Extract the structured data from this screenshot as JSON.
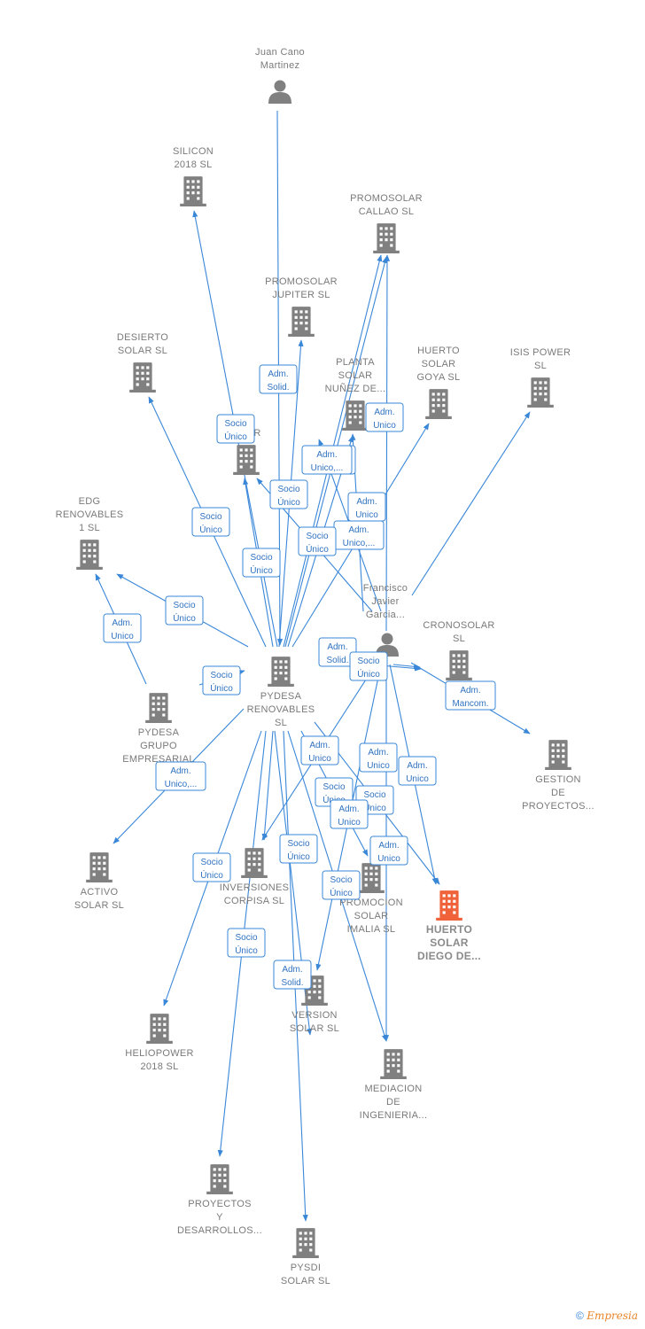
{
  "colors": {
    "edge": "#3a87d8",
    "node": "#808080",
    "focus": "#f0623a",
    "badge_text": "#2f72c0"
  },
  "nodes": [
    {
      "id": "juan",
      "kind": "person",
      "lines": [
        "Juan Cano",
        "Martinez"
      ]
    },
    {
      "id": "silicon",
      "kind": "company",
      "lines": [
        "SILICON",
        "2018  SL"
      ]
    },
    {
      "id": "promocallao",
      "kind": "company",
      "lines": [
        "PROMOSOLAR",
        "CALLAO  SL"
      ]
    },
    {
      "id": "promojupiter",
      "kind": "company",
      "lines": [
        "PROMOSOLAR",
        "JUPITER  SL"
      ]
    },
    {
      "id": "desierto",
      "kind": "company",
      "lines": [
        "DESIERTO",
        "SOLAR  SL"
      ]
    },
    {
      "id": "plantanunez",
      "kind": "company",
      "lines": [
        "PLANTA",
        "SOLAR",
        "NUÑEZ DE..."
      ]
    },
    {
      "id": "goya",
      "kind": "company",
      "lines": [
        "HUERTO",
        "SOLAR",
        "GOYA  SL"
      ]
    },
    {
      "id": "isis",
      "kind": "company",
      "lines": [
        "ISIS POWER",
        "SL"
      ]
    },
    {
      "id": "bplar",
      "kind": "company",
      "lines": [
        "B      LAR"
      ]
    },
    {
      "id": "edg",
      "kind": "company",
      "lines": [
        "EDG",
        "RENOVABLES",
        "1  SL"
      ]
    },
    {
      "id": "francisco",
      "kind": "person",
      "lines": [
        "Francisco",
        "Javier",
        "Garcia..."
      ]
    },
    {
      "id": "cronosolar",
      "kind": "company",
      "lines": [
        "CRONOSOLAR",
        "SL"
      ]
    },
    {
      "id": "pydesa",
      "kind": "company",
      "lines": [
        "PYDESA",
        "RENOVABLES",
        "SL"
      ]
    },
    {
      "id": "pydesagrupo",
      "kind": "company",
      "lines": [
        "PYDESA",
        "GRUPO",
        "EMPRESARIAL"
      ]
    },
    {
      "id": "gestion",
      "kind": "company",
      "lines": [
        "GESTION",
        "DE",
        "PROYECTOS..."
      ]
    },
    {
      "id": "activo",
      "kind": "company",
      "lines": [
        "ACTIVO",
        "SOLAR  SL"
      ]
    },
    {
      "id": "corpisa",
      "kind": "company",
      "lines": [
        "INVERSIONES",
        "CORPISA  SL"
      ]
    },
    {
      "id": "imalia",
      "kind": "company",
      "lines": [
        "PROMOCION",
        "SOLAR",
        "IMALIA  SL"
      ]
    },
    {
      "id": "diego",
      "kind": "focus",
      "lines": [
        "HUERTO",
        "SOLAR",
        "DIEGO DE..."
      ]
    },
    {
      "id": "version",
      "kind": "company",
      "lines": [
        "VERSION",
        "SOLAR  SL"
      ]
    },
    {
      "id": "heliopower",
      "kind": "company",
      "lines": [
        "HELIOPOWER",
        "2018  SL"
      ]
    },
    {
      "id": "mediacion",
      "kind": "company",
      "lines": [
        "MEDIACION",
        "DE",
        "INGENIERIA..."
      ]
    },
    {
      "id": "proyectos",
      "kind": "company",
      "lines": [
        "PROYECTOS",
        "Y",
        "DESARROLLOS..."
      ]
    },
    {
      "id": "pysdi",
      "kind": "company",
      "lines": [
        "PYSDI",
        "SOLAR  SL"
      ]
    }
  ],
  "badges": [
    [
      "Adm.",
      "Solid."
    ],
    [
      "Socio",
      "Único"
    ],
    [
      "Adm.",
      "Unico"
    ],
    [
      "Adm.",
      "Unico"
    ],
    [
      "Socio",
      "Único"
    ],
    [
      "Adm.",
      "Unico"
    ],
    [
      "Socio",
      "Único"
    ],
    [
      "Adm.",
      "Unico,..."
    ],
    [
      "Adm.",
      "Unico"
    ],
    [
      "Socio",
      "Único"
    ],
    [
      "Socio",
      "Único"
    ],
    [
      "Socio",
      "Único"
    ],
    [
      "Adm.",
      "Unico,..."
    ],
    [
      "Socio",
      "Único"
    ],
    [
      "Adm.",
      "Solid."
    ],
    [
      "Socio",
      "Único"
    ],
    [
      "Adm.",
      "Mancom."
    ],
    [
      "Adm.",
      "Unico"
    ],
    [
      "Adm.",
      "Unico"
    ],
    [
      "Adm.",
      "Unico"
    ],
    [
      "Adm.",
      "Unico,..."
    ],
    [
      "Socio",
      "Único"
    ],
    [
      "Socio",
      "Único"
    ],
    [
      "Adm.",
      "Unico"
    ],
    [
      "Socio",
      "Único"
    ],
    [
      "Socio",
      "Único"
    ],
    [
      "Adm.",
      "Unico"
    ],
    [
      "Socio",
      "Único"
    ],
    [
      "Socio",
      "Único"
    ],
    [
      "Adm.",
      "Solid."
    ]
  ],
  "copyright": {
    "symbol": "©",
    "brand": "Empresia"
  }
}
